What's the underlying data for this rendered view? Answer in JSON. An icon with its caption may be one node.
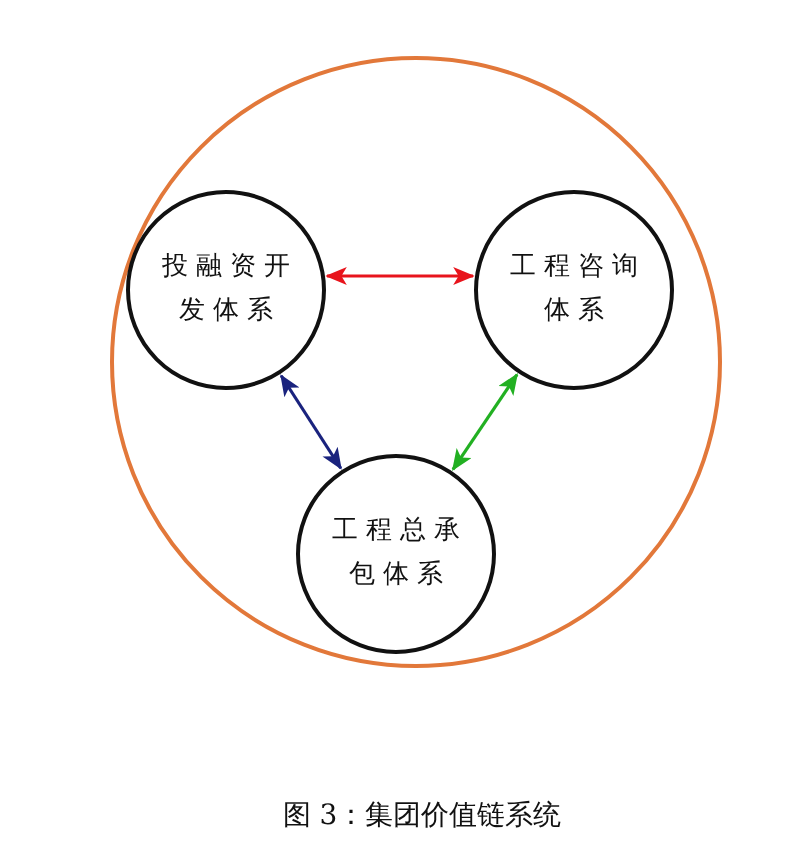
{
  "diagram": {
    "caption": "图 3：集团价值链系统",
    "nodes": [
      {
        "text": [],
        "shape": "circle"
      },
      {
        "text": [
          "投融资开发体系"
        ],
        "in": 0
      },
      {
        "text": [
          "工程咨询体系"
        ],
        "in": 0
      },
      {
        "text": [
          "工程总承包体系"
        ],
        "in": 0
      }
    ],
    "edges": [
      {
        "from": 1,
        "to": 2,
        "arrow": "both",
        "color": "#e8141c"
      },
      {
        "from": 1,
        "to": 3,
        "arrow": "both",
        "color": "#1a237e"
      },
      {
        "from": 2,
        "to": 3,
        "arrow": "both",
        "color": "#22b022"
      }
    ]
  }
}
